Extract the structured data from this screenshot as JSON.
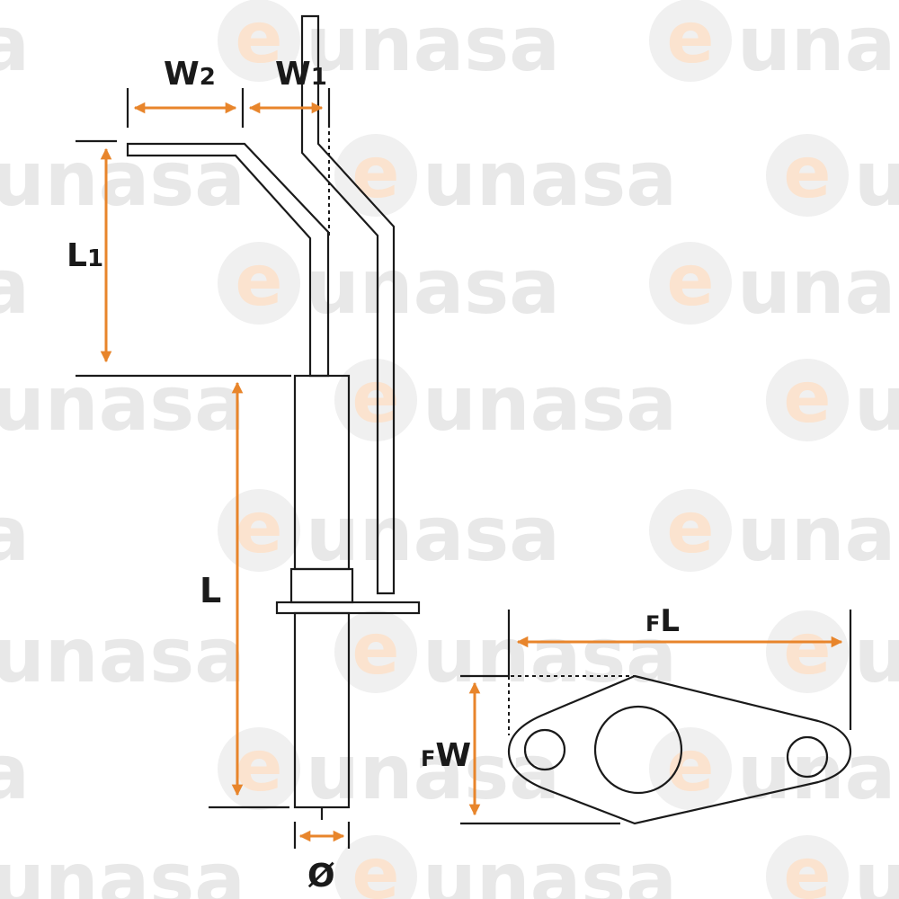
{
  "watermark": {
    "text": "unasa",
    "logo_letter": "e",
    "text_color": "#e8e8e8",
    "logo_color": "#fbe3cf"
  },
  "colors": {
    "line": "#1a1a1a",
    "dimension_arrow": "#e8852b"
  },
  "labels": {
    "w2": {
      "main": "W",
      "sub": "2"
    },
    "w1": {
      "main": "W",
      "sub": "1"
    },
    "l1": {
      "main": "L",
      "sub": "1"
    },
    "l": {
      "main": "L"
    },
    "diameter": {
      "main": "Ø"
    },
    "fl": {
      "prefix": "F",
      "main": "L"
    },
    "fw": {
      "prefix": "F",
      "main": "W"
    }
  }
}
